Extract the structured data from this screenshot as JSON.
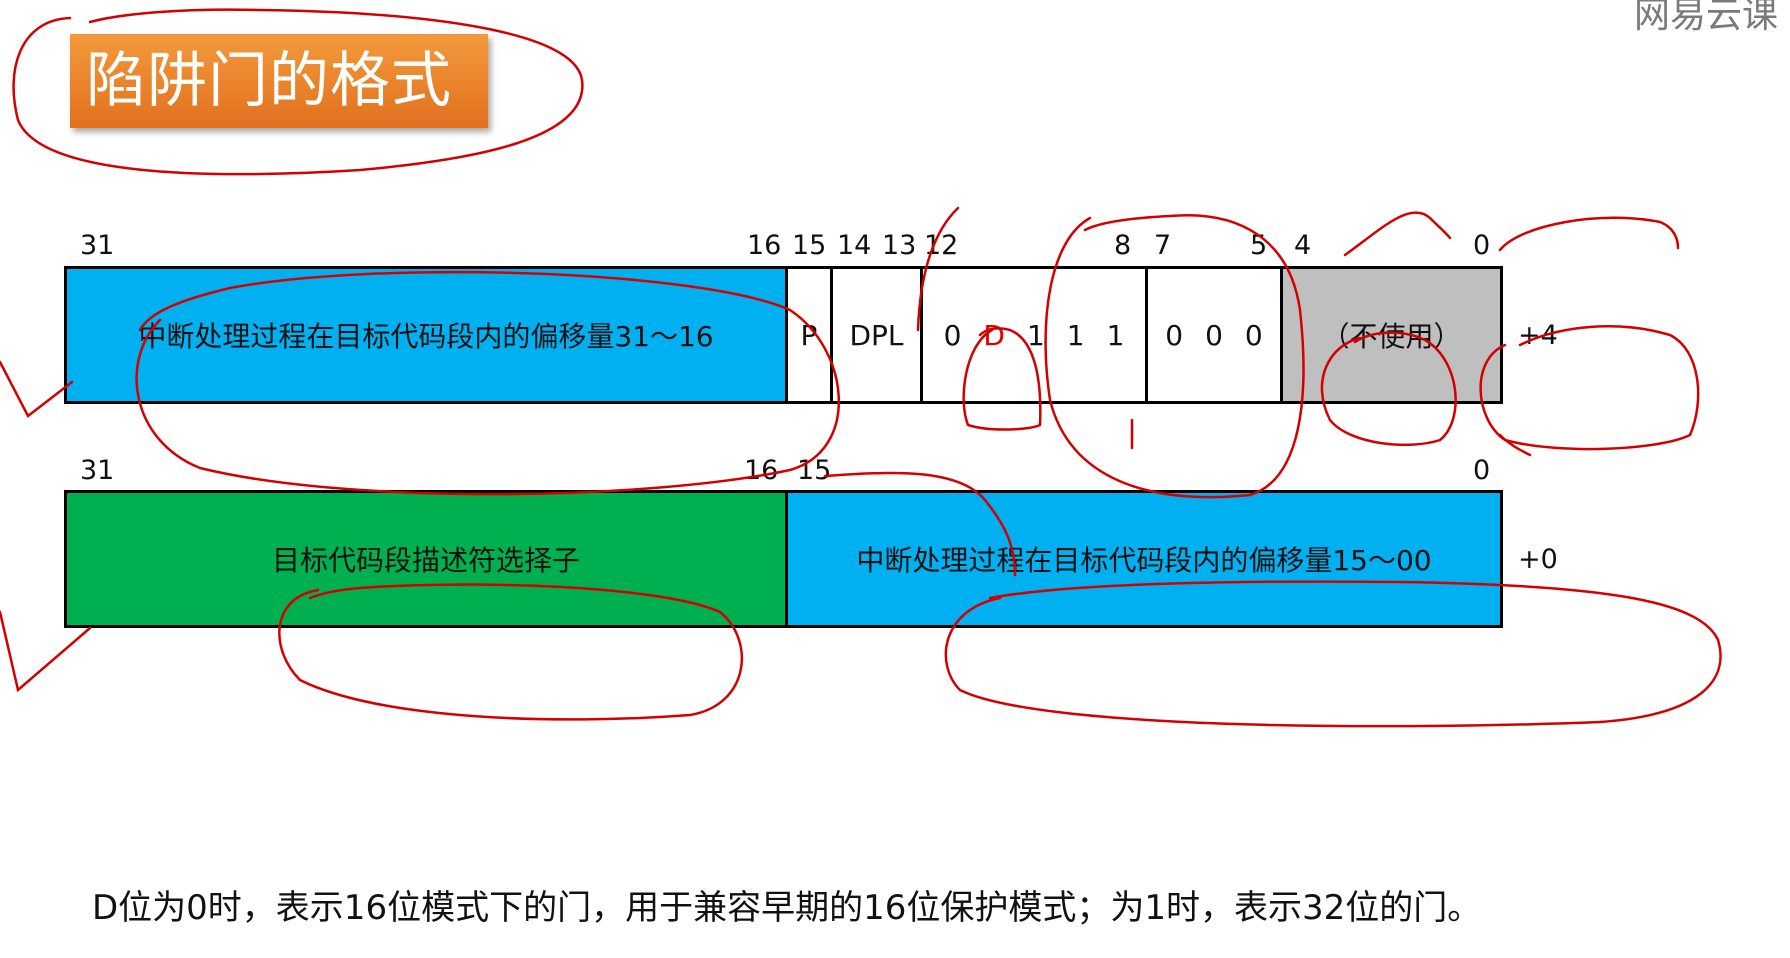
{
  "title": "陷阱门的格式",
  "watermark": "网易云课",
  "row_upper": {
    "bit_labels": [
      "31",
      "16",
      "15",
      "14",
      "13",
      "12",
      "8",
      "7",
      "5",
      "4",
      "0"
    ],
    "offset_high": "中断处理过程在目标代码段内的偏移量31～16",
    "p": "P",
    "dpl": "DPL",
    "type_bits": [
      "0",
      "D",
      "1",
      "1",
      "1"
    ],
    "zero_bits": [
      "0",
      "0",
      "0"
    ],
    "unused": "（不使用）",
    "offset": "+4"
  },
  "row_lower": {
    "bit_labels": [
      "31",
      "16",
      "15",
      "0"
    ],
    "selector": "目标代码段描述符选择子",
    "offset_low": "中断处理过程在目标代码段内的偏移量15～00",
    "offset": "+0"
  },
  "note": "D位为0时，表示16位模式下的门，用于兼容早期的16位保护模式；为1时，表示32位的门。",
  "colors": {
    "offset_fill": "#00b0f0",
    "selector_fill": "#00b050",
    "unused_fill": "#bfbfbf",
    "title_fill": "#ed7d31",
    "annotation_ink": "#d40000",
    "d_bit": "#e00000"
  }
}
